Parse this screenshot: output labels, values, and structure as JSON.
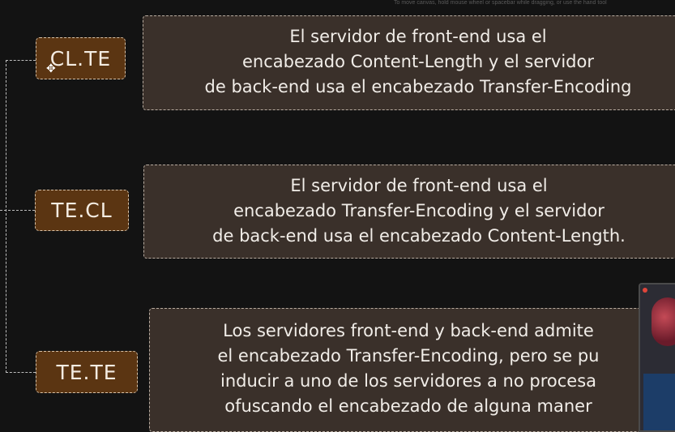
{
  "hint_text": "To move canvas, hold mouse wheel or spacebar while dragging, or use the hand tool",
  "nodes": [
    {
      "tag": "CL.TE",
      "lines": [
        "El servidor de front-end usa el",
        "encabezado Content-Length y el servidor",
        "de back-end usa el encabezado Transfer-Encoding"
      ]
    },
    {
      "tag": "TE.CL",
      "lines": [
        "El servidor de front-end usa el",
        "encabezado Transfer-Encoding y el servidor",
        "de back-end usa el encabezado Content-Length."
      ]
    },
    {
      "tag": "TE.TE",
      "lines": [
        "Los servidores front-end y back-end admite",
        "el encabezado Transfer-Encoding, pero se pu",
        "inducir a uno de los servidores a no procesa",
        "ofuscando el encabezado de alguna maner"
      ]
    }
  ],
  "colors": {
    "background": "#131313",
    "tag_fill": "#5b3512",
    "box_fill": "#3a302a",
    "connector": "#bdbdbd"
  }
}
